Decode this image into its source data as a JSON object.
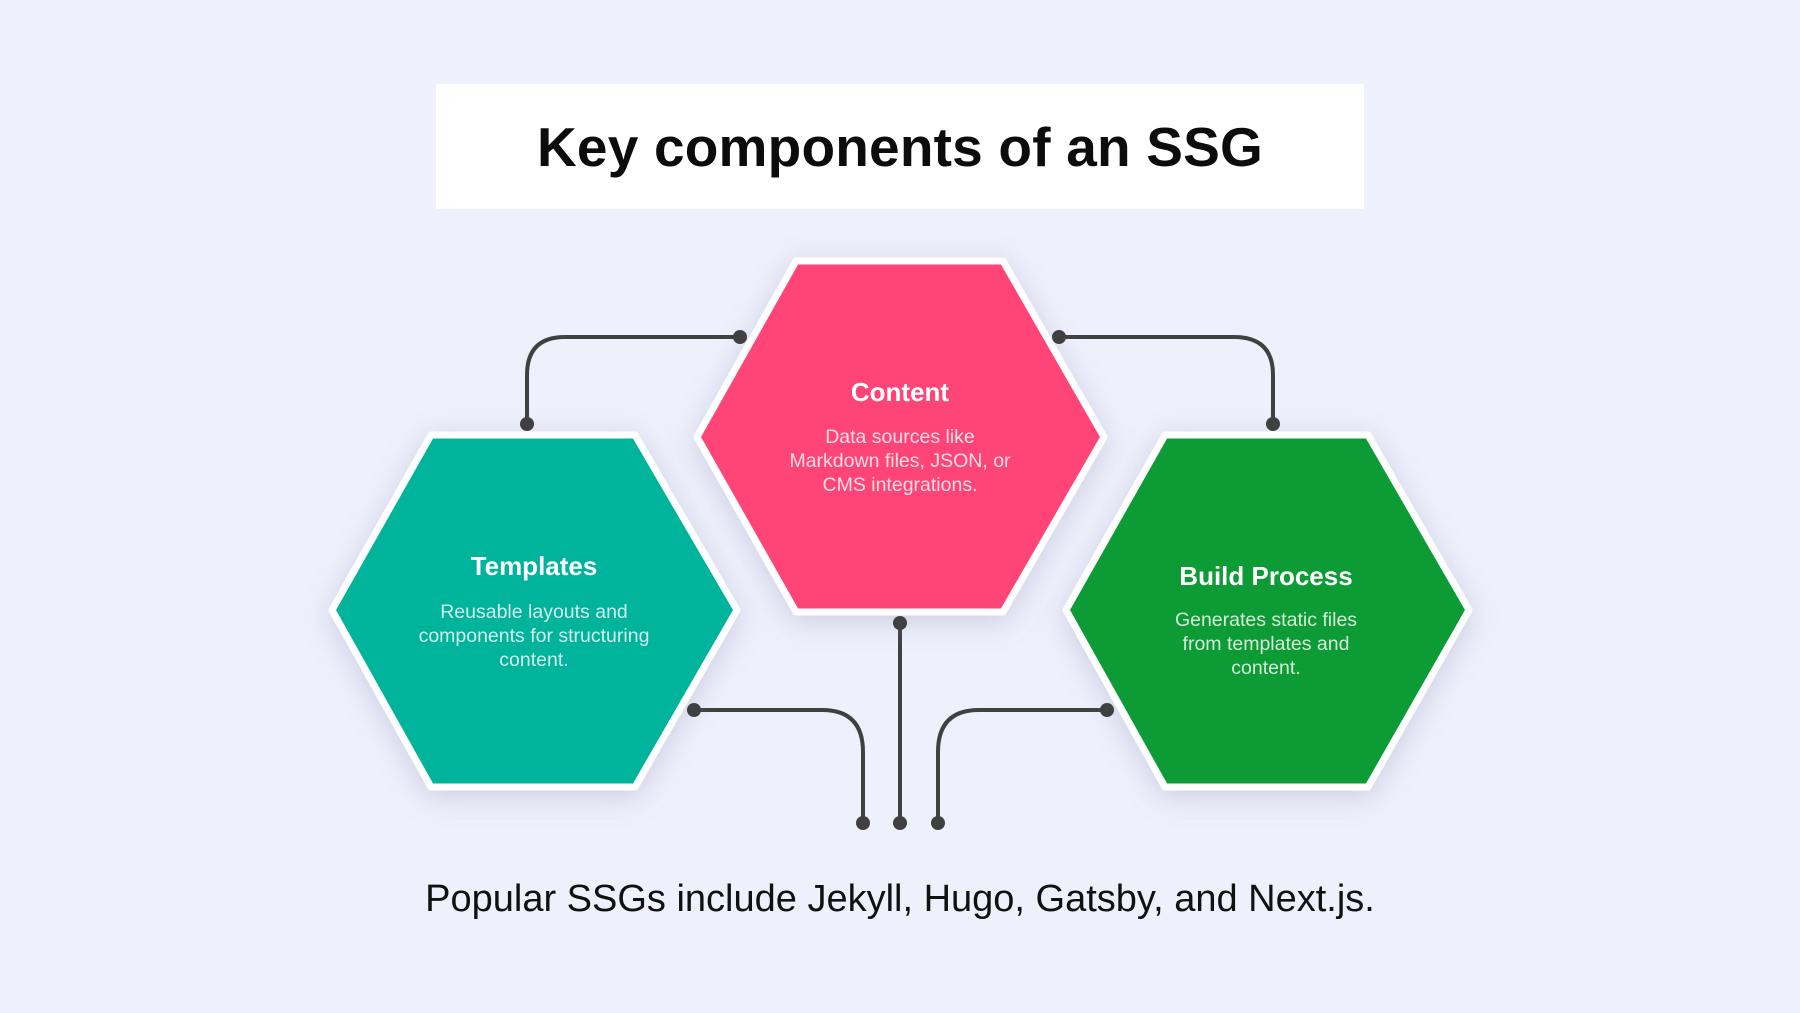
{
  "title": "Key components of an SSG",
  "components": {
    "content": {
      "title": "Content",
      "desc_lines": [
        "Data sources like",
        "Markdown files, JSON, or",
        "CMS integrations."
      ],
      "color": "#ff4477"
    },
    "templates": {
      "title": "Templates",
      "desc_lines": [
        "Reusable layouts and",
        "components for structuring",
        "content."
      ],
      "color": "#00b39b"
    },
    "build": {
      "title": "Build Process",
      "desc_lines": [
        "Generates static files",
        "from templates and",
        "content."
      ],
      "color": "#0a9b35"
    }
  },
  "connector_color": "#404040",
  "footer": "Popular SSGs include Jekyll, Hugo, Gatsby, and Next.js."
}
